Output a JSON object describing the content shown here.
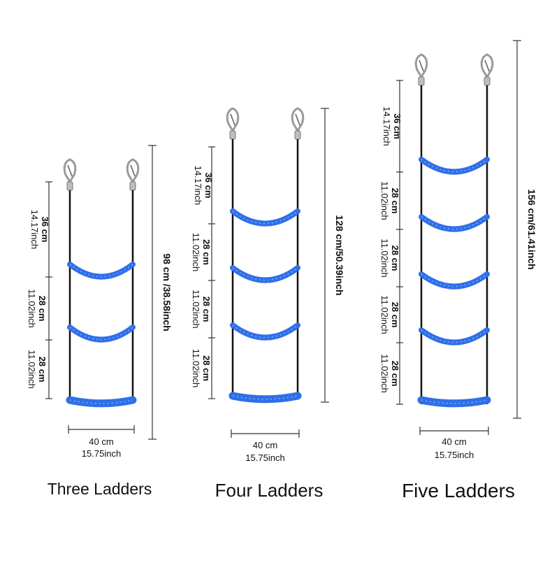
{
  "ladders": [
    {
      "title": "Three Ladders",
      "total": "98 cm /38.58inch",
      "width": [
        "40 cm",
        "15.75inch"
      ],
      "segments": [
        [
          "36 cm",
          "14.17inch"
        ],
        [
          "28 cm",
          "11.02inch"
        ],
        [
          "28 cm",
          "11.02inch"
        ]
      ]
    },
    {
      "title": "Four Ladders",
      "total": "128 cm/50.39inch",
      "width": [
        "40 cm",
        "15.75inch"
      ],
      "segments": [
        [
          "36 cm",
          "14.17inch"
        ],
        [
          "28 cm",
          "11.02inch"
        ],
        [
          "28 cm",
          "11.02inch"
        ],
        [
          "28 cm",
          "11.02inch"
        ]
      ]
    },
    {
      "title": "Five Ladders",
      "total": "156 cm/61.41inch",
      "width": [
        "40 cm",
        "15.75inch"
      ],
      "segments": [
        [
          "36 cm",
          "14.17inch"
        ],
        [
          "28 cm",
          "11.02inch"
        ],
        [
          "28 cm",
          "11.02inch"
        ],
        [
          "28 cm",
          "11.02inch"
        ],
        [
          "28 cm",
          "11.02inch"
        ]
      ]
    }
  ],
  "colors": {
    "rung": "#2f6fe8",
    "rung_stripe": "#8fb4ff",
    "strap": "#111111",
    "dimension_line": "#333333",
    "hook": "#9a9a9a"
  },
  "icons": [
    "carabiner-hook-icon"
  ]
}
